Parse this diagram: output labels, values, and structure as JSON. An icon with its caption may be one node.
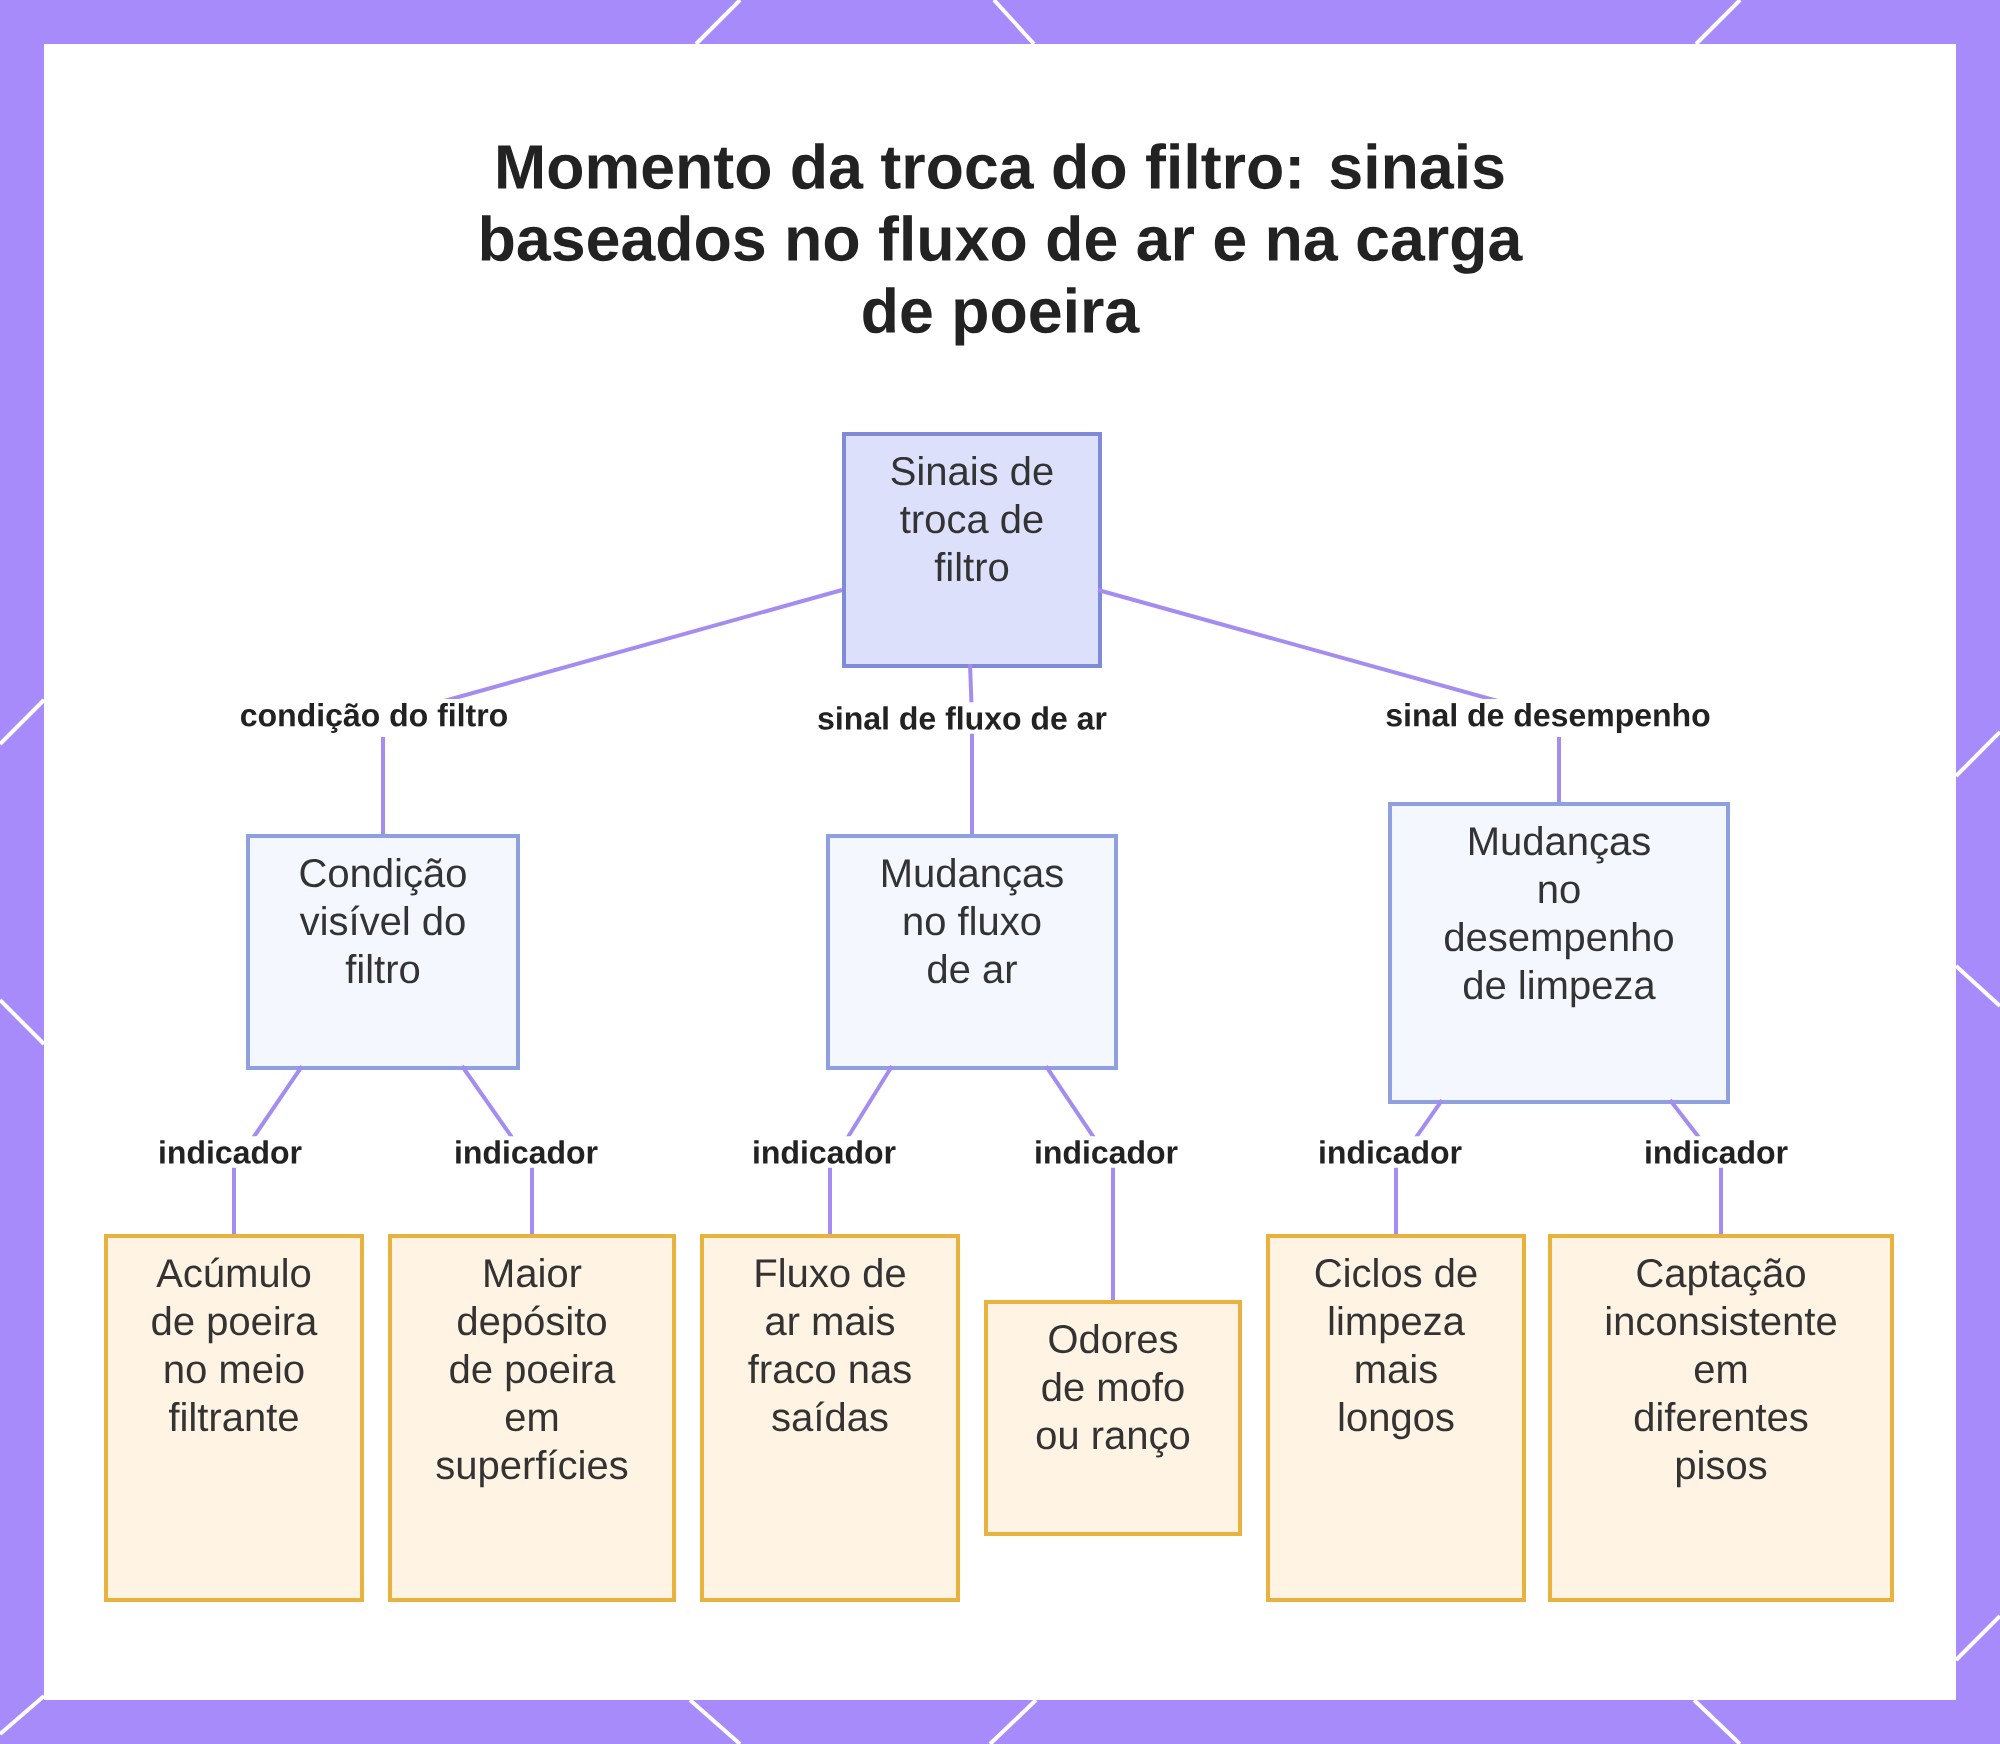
{
  "diagram": {
    "title": "Momento da troca do filtro: sinais baseados no fluxo de ar e na carga de poeira",
    "nodes": [
      {
        "text": [
          "Sinais de troca de filtro"
        ]
      },
      {
        "text": [
          "Condição visível do filtro"
        ]
      },
      {
        "text": [
          "Mudanças no fluxo de ar"
        ]
      },
      {
        "text": [
          "Mudanças no desempenho de limpeza"
        ]
      },
      {
        "text": [
          "Acúmulo de poeira no meio filtrante"
        ]
      },
      {
        "text": [
          "Maior depósito de poeira em superfícies"
        ]
      },
      {
        "text": [
          "Fluxo de ar mais fraco nas saídas"
        ]
      },
      {
        "text": [
          "Odores de mofo ou ranço"
        ]
      },
      {
        "text": [
          "Ciclos de limpeza mais longos"
        ]
      },
      {
        "text": [
          "Captação inconsistente em diferentes pisos"
        ]
      }
    ],
    "edges": [
      {
        "from": 0,
        "to": 1,
        "arrow": "none",
        "label": "condição do filtro"
      },
      {
        "from": 0,
        "to": 2,
        "arrow": "none",
        "label": "sinal de fluxo de ar"
      },
      {
        "from": 0,
        "to": 3,
        "arrow": "none",
        "label": "sinal de desempenho"
      },
      {
        "from": 1,
        "to": 4,
        "arrow": "none",
        "label": "indicador"
      },
      {
        "from": 1,
        "to": 5,
        "arrow": "none",
        "label": "indicador"
      },
      {
        "from": 2,
        "to": 6,
        "arrow": "none",
        "label": "indicador"
      },
      {
        "from": 2,
        "to": 7,
        "arrow": "none",
        "label": "indicador"
      },
      {
        "from": 3,
        "to": 8,
        "arrow": "none",
        "label": "indicador"
      },
      {
        "from": 3,
        "to": 9,
        "arrow": "none",
        "label": "indicador"
      }
    ]
  }
}
